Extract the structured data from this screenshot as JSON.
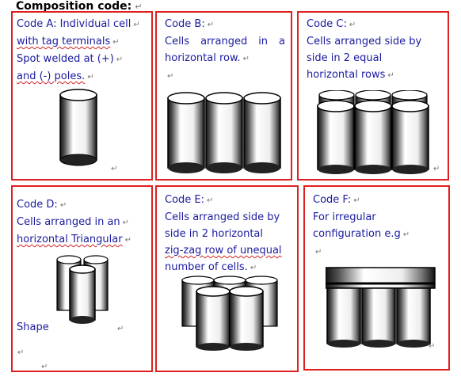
{
  "heading": "Composition code:",
  "para_mark": "↵",
  "codes": [
    {
      "id": "A",
      "lines": [
        "Code A: Individual cell",
        "with tag terminals",
        "Spot welded at (+)",
        "and (-) poles."
      ]
    },
    {
      "id": "B",
      "lines": [
        "Code B:",
        "Cells arranged in a",
        "horizontal row."
      ]
    },
    {
      "id": "C",
      "lines": [
        "Code C:",
        "Cells arranged side by",
        "side in 2 equal",
        "horizontal rows"
      ]
    },
    {
      "id": "D",
      "lines": [
        "Code D:",
        "Cells arranged in an",
        "horizontal Triangular",
        "Shape"
      ]
    },
    {
      "id": "E",
      "lines": [
        "Code E:",
        "Cells arranged side by",
        "side in 2 horizontal",
        "zig-zag row of unequal",
        "number of cells."
      ]
    },
    {
      "id": "F",
      "lines": [
        "Code F:",
        "For irregular",
        "configuration e.g"
      ]
    }
  ],
  "colors": {
    "border": "#e02020",
    "text": "#1a1aa0"
  }
}
